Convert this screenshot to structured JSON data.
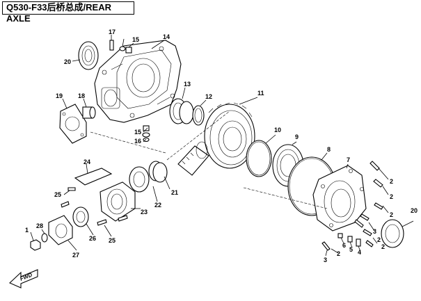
{
  "title": "Q530-F33后桥总成/REAR AXLE",
  "direction_label": "FWD",
  "callouts": [
    {
      "id": "1",
      "text": "1"
    },
    {
      "id": "2a",
      "text": "2"
    },
    {
      "id": "2b",
      "text": "2"
    },
    {
      "id": "2c",
      "text": "2"
    },
    {
      "id": "2d",
      "text": "2"
    },
    {
      "id": "2e",
      "text": "2"
    },
    {
      "id": "2f",
      "text": "2"
    },
    {
      "id": "3a",
      "text": "3"
    },
    {
      "id": "3b",
      "text": "3"
    },
    {
      "id": "4",
      "text": "4"
    },
    {
      "id": "5",
      "text": "5"
    },
    {
      "id": "6",
      "text": "6"
    },
    {
      "id": "7",
      "text": "7"
    },
    {
      "id": "8",
      "text": "8"
    },
    {
      "id": "9",
      "text": "9"
    },
    {
      "id": "10",
      "text": "10"
    },
    {
      "id": "11",
      "text": "11"
    },
    {
      "id": "12",
      "text": "12"
    },
    {
      "id": "13",
      "text": "13"
    },
    {
      "id": "14",
      "text": "14"
    },
    {
      "id": "15a",
      "text": "15"
    },
    {
      "id": "15b",
      "text": "15"
    },
    {
      "id": "16",
      "text": "16"
    },
    {
      "id": "17",
      "text": "17"
    },
    {
      "id": "18",
      "text": "18"
    },
    {
      "id": "19",
      "text": "19"
    },
    {
      "id": "20a",
      "text": "20"
    },
    {
      "id": "20b",
      "text": "20"
    },
    {
      "id": "21",
      "text": "21"
    },
    {
      "id": "22",
      "text": "22"
    },
    {
      "id": "23",
      "text": "23"
    },
    {
      "id": "24",
      "text": "24"
    },
    {
      "id": "25a",
      "text": "25"
    },
    {
      "id": "25b",
      "text": "25"
    },
    {
      "id": "26",
      "text": "26"
    },
    {
      "id": "27",
      "text": "27"
    },
    {
      "id": "28",
      "text": "28"
    }
  ]
}
